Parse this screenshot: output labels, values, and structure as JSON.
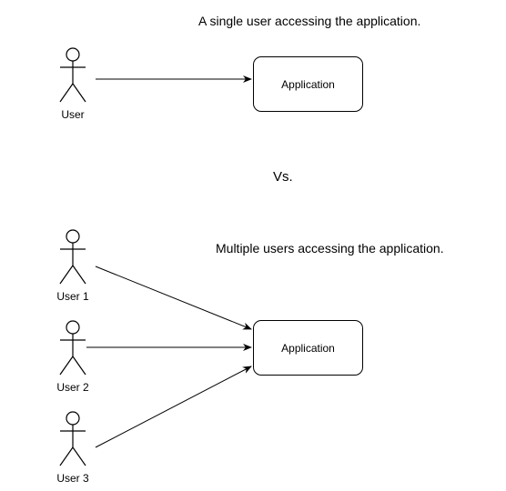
{
  "top": {
    "caption": "A single user accessing the application.",
    "actor": {
      "label": "User"
    },
    "app_label": "Application"
  },
  "vs_text": "Vs.",
  "bottom": {
    "caption": "Multiple users accessing the application.",
    "actors": [
      {
        "label": "User 1"
      },
      {
        "label": "User 2"
      },
      {
        "label": "User 3"
      }
    ],
    "app_label": "Application"
  },
  "colors": {
    "stroke": "#000000",
    "background": "#ffffff"
  }
}
